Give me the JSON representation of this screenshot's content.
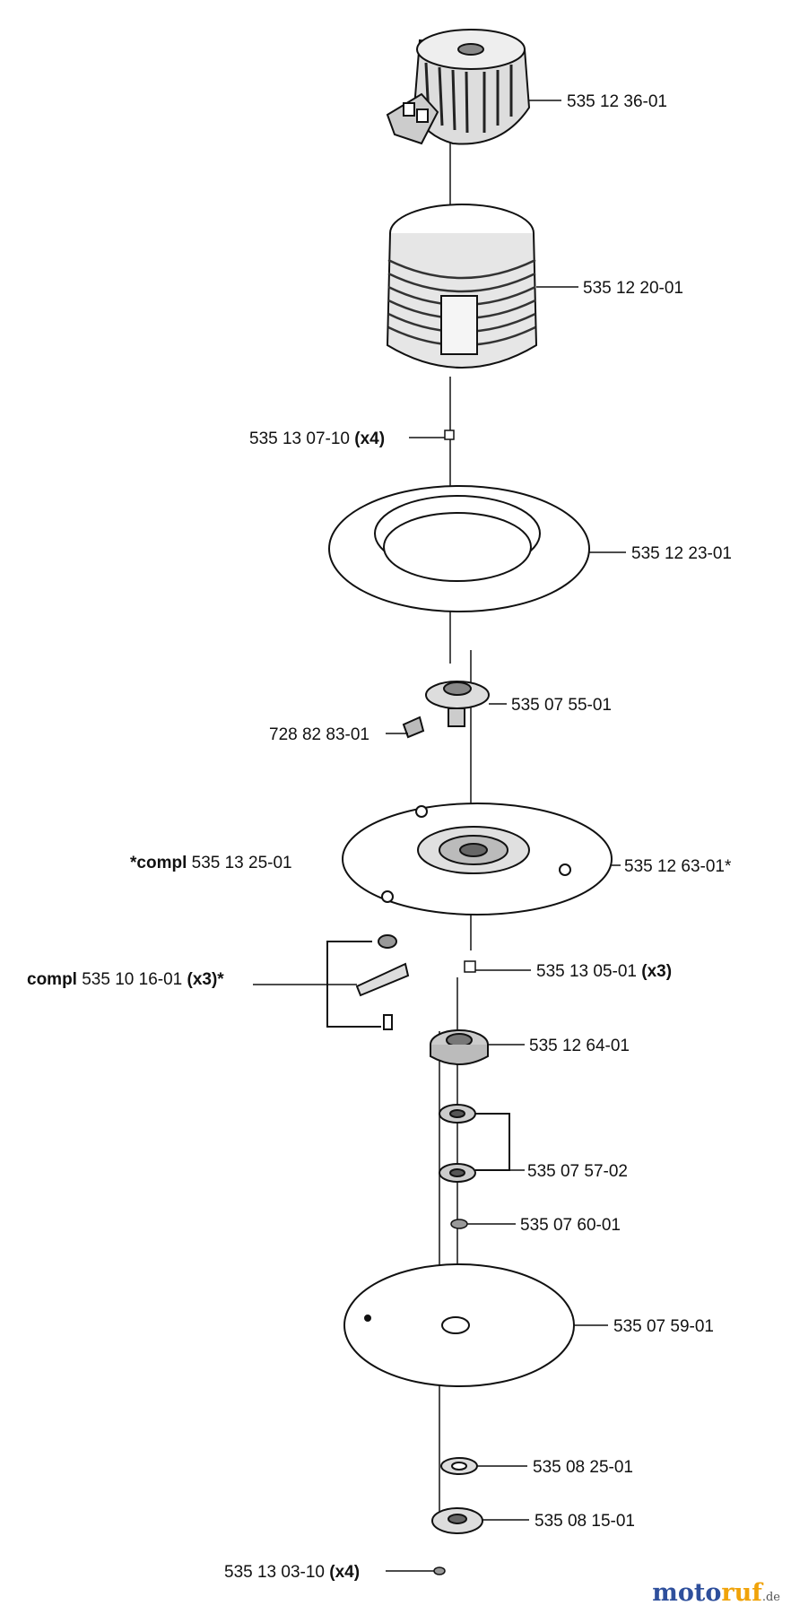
{
  "parts": [
    {
      "id": "p1",
      "number": "535 12 36-01",
      "qty": ""
    },
    {
      "id": "p2",
      "number": "535 12 20-01",
      "qty": ""
    },
    {
      "id": "p3",
      "number": "535 13 07-10",
      "qty": "(x4)"
    },
    {
      "id": "p4",
      "number": "535 12 23-01",
      "qty": ""
    },
    {
      "id": "p5",
      "number": "535 07 55-01",
      "qty": ""
    },
    {
      "id": "p6",
      "number": "728 82 83-01",
      "qty": ""
    },
    {
      "id": "p7",
      "prefix": "*compl",
      "number": "535 13 25-01",
      "qty": ""
    },
    {
      "id": "p8",
      "number": "535 12 63-01*",
      "qty": ""
    },
    {
      "id": "p9",
      "prefix": "compl",
      "number": "535 10 16-01",
      "qty": "(x3)*"
    },
    {
      "id": "p10",
      "number": "535 13 05-01",
      "qty": "(x3)"
    },
    {
      "id": "p11",
      "number": "535 12 64-01",
      "qty": ""
    },
    {
      "id": "p12",
      "number": "535 07 57-02",
      "qty": ""
    },
    {
      "id": "p13",
      "number": "535 07 60-01",
      "qty": ""
    },
    {
      "id": "p14",
      "number": "535 07 59-01",
      "qty": ""
    },
    {
      "id": "p15",
      "number": "535 08 25-01",
      "qty": ""
    },
    {
      "id": "p16",
      "number": "535 08 15-01",
      "qty": ""
    },
    {
      "id": "p17",
      "number": "535 13 03-10",
      "qty": "(x4)"
    }
  ],
  "watermark": {
    "main": "moto",
    "accent": "ruf",
    "suffix": ".de"
  },
  "colors": {
    "ink": "#111111",
    "brand_blue": "#2e4f9c",
    "brand_orange": "#f0a30a"
  }
}
